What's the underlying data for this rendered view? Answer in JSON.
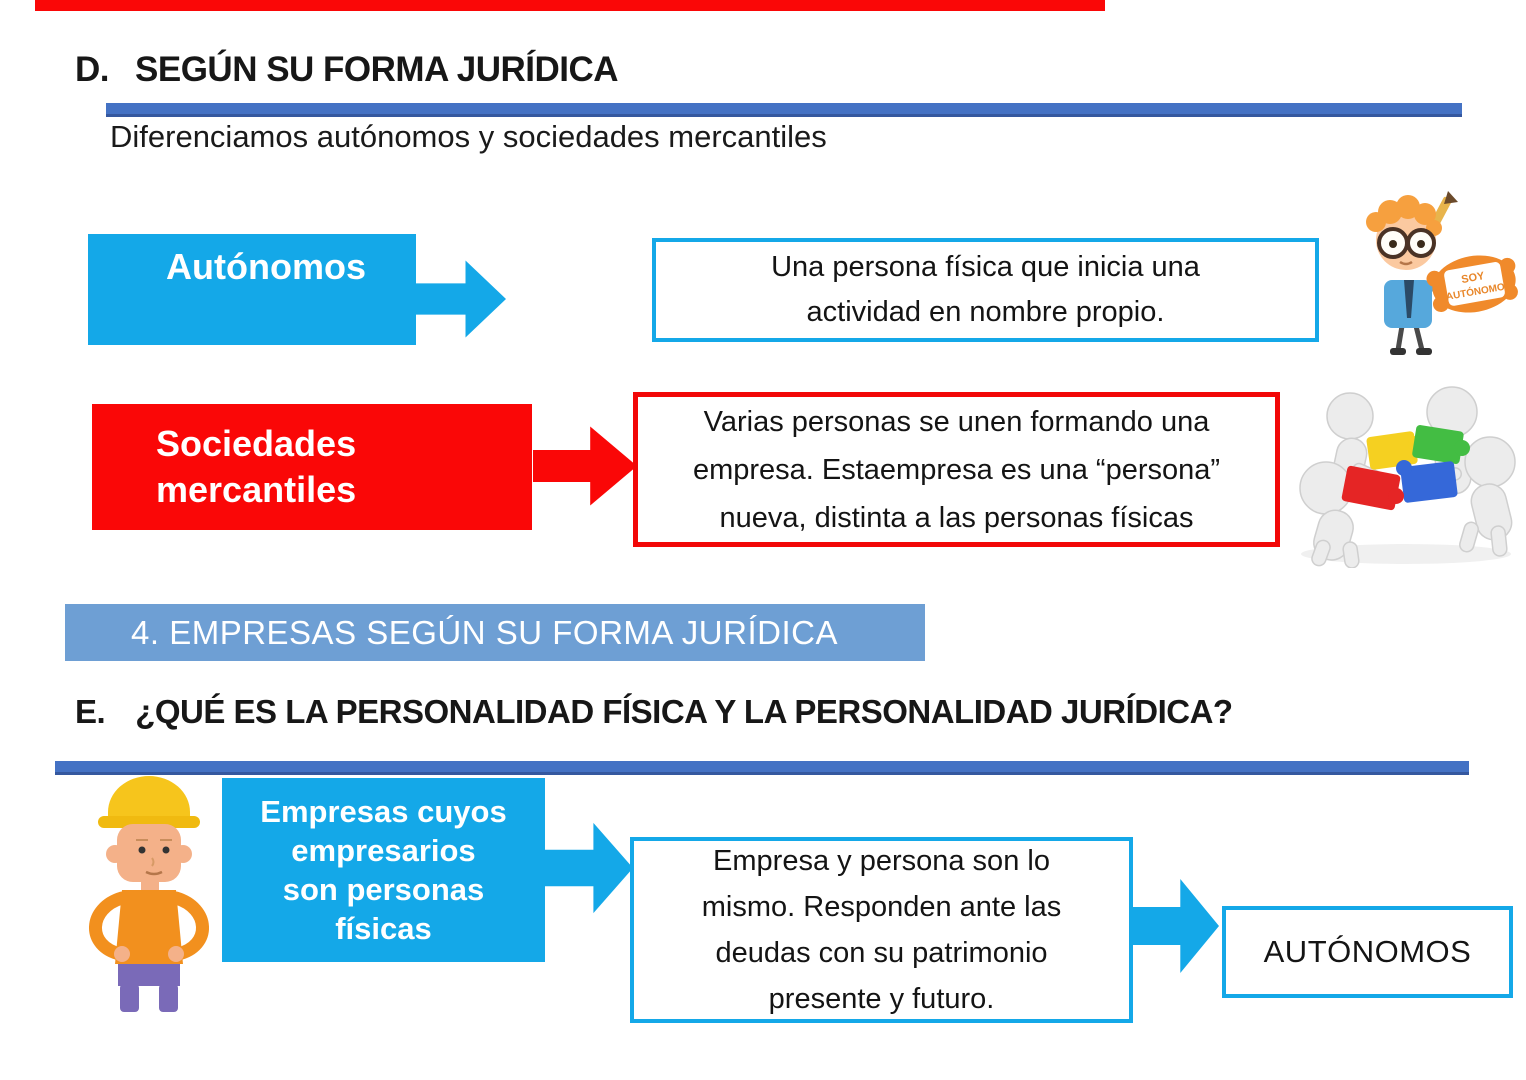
{
  "colors": {
    "cyan": "#14a8e8",
    "red": "#fa0707",
    "banner_blue": "#6e9fd4",
    "rule_blue": "#4472c4",
    "text": "#1b1b1b"
  },
  "section_d": {
    "prefix": "D.",
    "heading": "SEGÚN SU FORMA JURÍDICA",
    "subtitle": "Diferenciamos autónomos y sociedades mercantiles",
    "autonomos": {
      "label": "Autónomos",
      "description": [
        "Una persona física que inicia una",
        "actividad en nombre propio."
      ]
    },
    "sociedades": {
      "label": [
        "Sociedades",
        "mercantiles"
      ],
      "description": [
        "Varias personas se unen formando una",
        "empresa. Estaempresa es una “persona”",
        "nueva, distinta a las personas físicas"
      ]
    }
  },
  "banner": {
    "label": "4. EMPRESAS SEGÚN SU FORMA JURÍDICA"
  },
  "section_e": {
    "prefix": "E.",
    "heading": "¿QUÉ ES LA PERSONALIDAD FÍSICA Y LA PERSONALIDAD JURÍDICA?",
    "source_lines": [
      "Empresas cuyos",
      "empresarios",
      "son personas",
      "físicas"
    ],
    "middle_lines": [
      "Empresa y persona son lo",
      "mismo. Responden ante las",
      "deudas con su patrimonio",
      "presente y futuro."
    ],
    "result": "AUTÓNOMOS"
  },
  "illustrations": {
    "soy_autonomo_character": "cartoon-boy-with-glasses-holding-sign",
    "sign": [
      "SOY",
      "AUTÓNOMO"
    ],
    "puzzle_team": "3d-figures-joining-puzzle-pieces",
    "worker": "construction-worker-cartoon"
  }
}
